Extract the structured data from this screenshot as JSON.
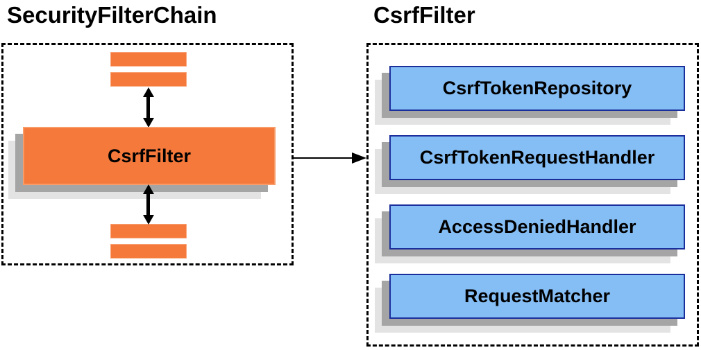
{
  "left_panel": {
    "title": "SecurityFilterChain",
    "filter_label": "CsrfFilter"
  },
  "right_panel": {
    "title": "CsrfFilter",
    "components": [
      {
        "label": "CsrfTokenRepository"
      },
      {
        "label": "CsrfTokenRequestHandler"
      },
      {
        "label": "AccessDeniedHandler"
      },
      {
        "label": "RequestMatcher"
      }
    ]
  },
  "icons": {
    "vertical_connector": "bidirectional-arrow-icon",
    "reference_connector": "right-arrow-icon"
  },
  "colors": {
    "background": "#FFFFFF",
    "orange_fill": "#F5793B",
    "orange_border": "#F79B69",
    "blue_fill": "#85BEF5",
    "blue_border": "#1A2F9C",
    "shadow_dark": "#A5A5A5",
    "shadow_light": "#E3E3E3",
    "boundary_dash": "#000000",
    "connector": "#000000",
    "text": "#000000"
  }
}
